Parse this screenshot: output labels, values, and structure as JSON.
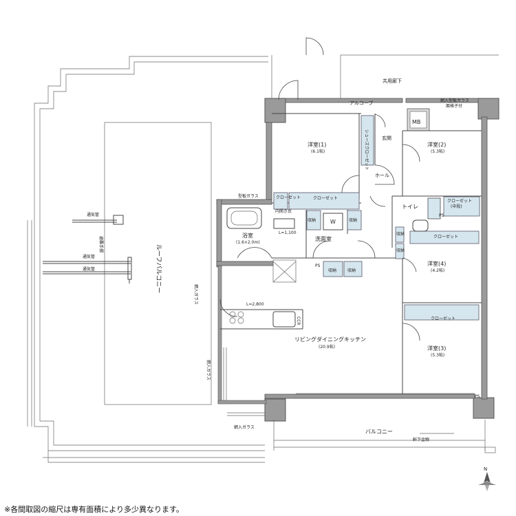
{
  "labels": {
    "common_corridor": "共用廊下",
    "alcove": "アルコーブ",
    "wire_glass_fixed": "網入型板ガラス",
    "fixed_lattice": "面格子付",
    "mb": "MB",
    "entrance": "玄関",
    "shoes_closet": "シューズクローゼット",
    "hall": "ホール",
    "room1_name": "洋室(1)",
    "room1_size": "(6.1帖)",
    "room2_name": "洋室(2)",
    "room2_size": "(5.3帖)",
    "room3_name": "洋室(3)",
    "room3_size": "(5.3帖)",
    "room4_name": "洋室(4)",
    "room4_size": "(4.2帖)",
    "closet": "クローゼット",
    "closet_short": "クロー\nゼット",
    "closet_small": "クロー\nゼット",
    "closet_mid": "(中段)",
    "storage": "収納",
    "toilet": "トイレ",
    "ps": "PS",
    "bath_glass": "型板ガラス",
    "inner_door": "内開き窓",
    "bath_name": "浴室",
    "bath_size": "(1.6×2.0m)",
    "washroom": "洗面室",
    "w": "W",
    "l1100": "L=1,100",
    "l2800": "L=2,800",
    "ldk_name": "リビングダイニングキッチン",
    "ldk_size": "(20.9帖)",
    "wire_glass": "網入ガラス",
    "roof_balcony": "ルーフバルコニー",
    "vent_pipe": "通気管",
    "vent_fence": "避難手摺",
    "balcony": "バルコニー",
    "eaves_gutter": "軒下金物",
    "north": "N",
    "ccr": "CCR"
  },
  "footnote": "※各間取図の縮尺は専有面積により多少異なります。"
}
